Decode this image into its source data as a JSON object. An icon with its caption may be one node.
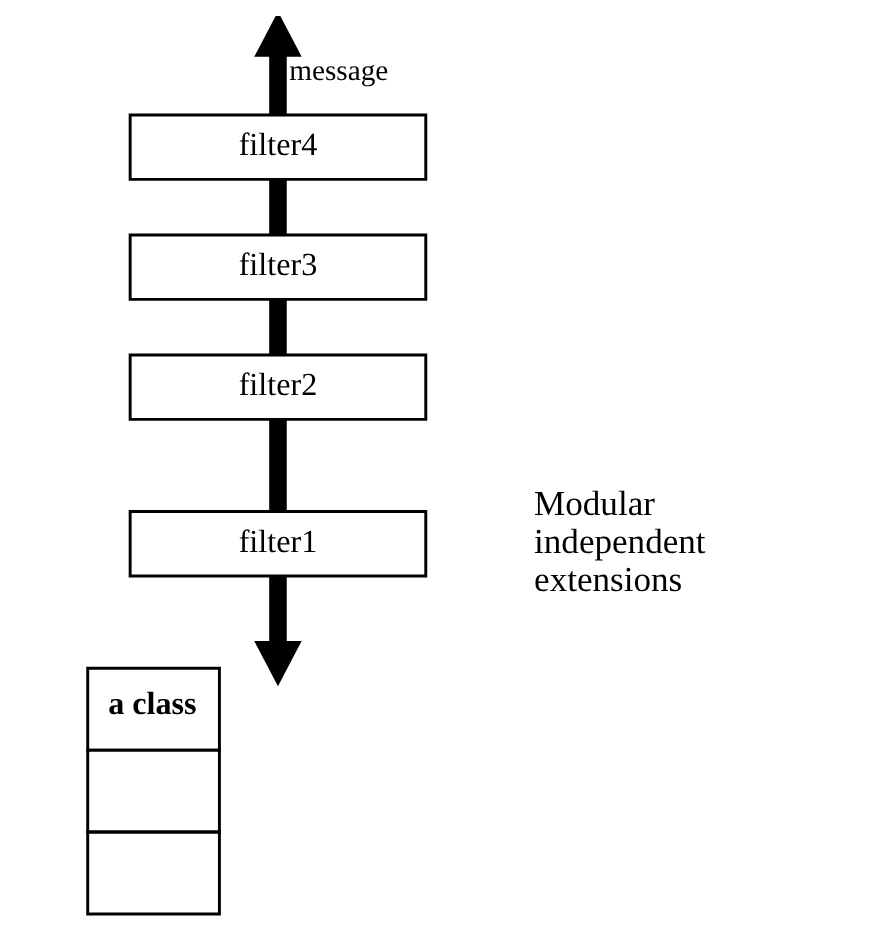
{
  "diagram": {
    "nodes": [
      {
        "text": [
          "filter4"
        ]
      },
      {
        "text": [
          "filter3"
        ]
      },
      {
        "text": [
          "filter2"
        ]
      },
      {
        "text": [
          "filter1"
        ]
      },
      {
        "text": [
          "a class"
        ]
      }
    ],
    "edges": [
      {
        "from": 0,
        "to": null,
        "arrow": "to",
        "label": "message"
      },
      {
        "from": 0,
        "to": 1,
        "arrow": "none"
      },
      {
        "from": 1,
        "to": 2,
        "arrow": "none"
      },
      {
        "from": 2,
        "to": 3,
        "arrow": "none"
      },
      {
        "from": 3,
        "to": 4,
        "arrow": "to"
      }
    ],
    "labels": [
      "Modular independent extensions"
    ]
  }
}
